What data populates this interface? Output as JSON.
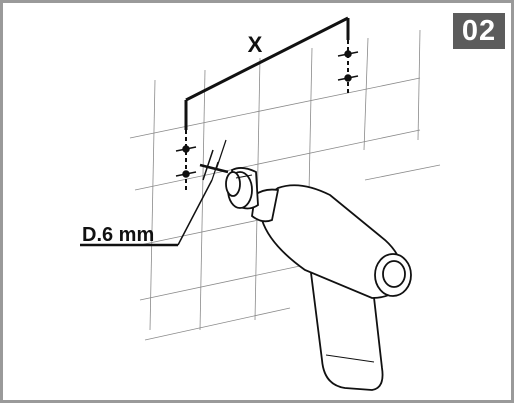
{
  "step_number": "02",
  "distance_label": "X",
  "drill_diameter_label": "D.6 mm",
  "colors": {
    "badge_background": "#5c5c5c",
    "badge_text": "#ffffff",
    "frame_border": "#9a9a9a",
    "line": "#111111",
    "wall_grid": "#8a8a8a"
  },
  "icons": [
    "wall-tile-grid",
    "drill-icon",
    "drill-bit-icon",
    "drill-hole-mark-icon"
  ]
}
